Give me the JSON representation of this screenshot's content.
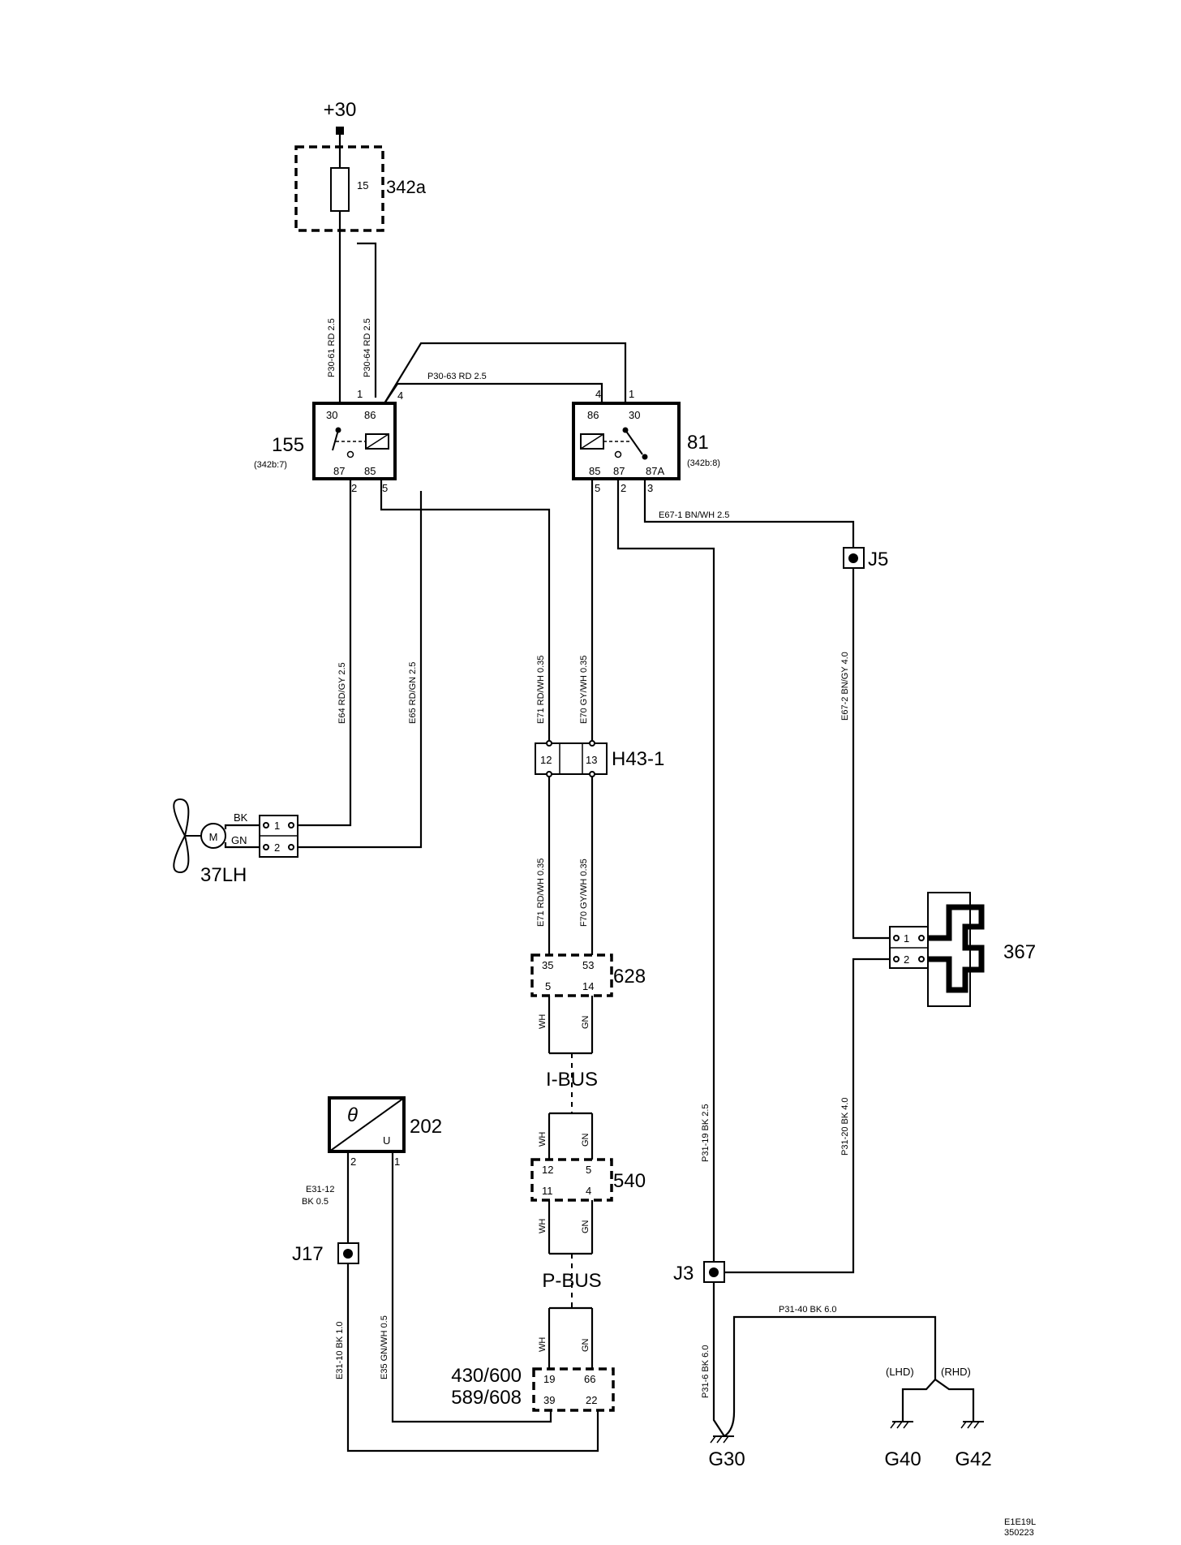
{
  "supply": {
    "label": "+30"
  },
  "components": {
    "fuse_box": {
      "id": "342a",
      "fuse": "15"
    },
    "relay_155": {
      "id": "155",
      "ref": "(342b:7)",
      "pins": [
        "30",
        "86",
        "87",
        "85"
      ],
      "terminals": [
        "1",
        "4",
        "2",
        "5"
      ]
    },
    "relay_81": {
      "id": "81",
      "ref": "(342b:8)",
      "pins": [
        "86",
        "30",
        "85",
        "87",
        "87A"
      ],
      "terminals": [
        "4",
        "1",
        "5",
        "2",
        "3"
      ]
    },
    "fan_motor": {
      "id": "37LH",
      "motor": "M",
      "wires": [
        "BK",
        "GN"
      ],
      "pins": [
        "1",
        "2"
      ]
    },
    "connector_h43": {
      "id": "H43-1",
      "pins": [
        "12",
        "13"
      ]
    },
    "heater_367": {
      "id": "367",
      "pins": [
        "1",
        "2"
      ]
    },
    "module_628": {
      "id": "628",
      "pins": [
        "35",
        "53",
        "5",
        "14"
      ]
    },
    "module_540": {
      "id": "540",
      "pins": [
        "12",
        "5",
        "11",
        "4"
      ]
    },
    "sensor_202": {
      "id": "202",
      "theta": "θ",
      "u": "U",
      "pins": [
        "2",
        "1"
      ]
    },
    "module_430": {
      "id_line1": "430/600",
      "id_line2": "589/608",
      "pins": [
        "19",
        "66",
        "39",
        "22"
      ]
    }
  },
  "buses": {
    "ibus": "I-BUS",
    "pbus": "P-BUS",
    "wh": "WH",
    "gn": "GN"
  },
  "junctions": {
    "j5": "J5",
    "j3": "J3",
    "j17": "J17"
  },
  "grounds": {
    "g30": "G30",
    "g40": "G40",
    "g42": "G42",
    "lhd": "(LHD)",
    "rhd": "(RHD)"
  },
  "wires": {
    "p30_61": "P30-61   RD   2.5",
    "p30_64": "P30-64   RD   2.5",
    "p30_63": "P30-63    RD    2.5",
    "e64": "E64   RD/GY   2.5",
    "e65": "E65   RD/GN   2.5",
    "e71_top": "E71   RD/WH   0.35",
    "e70_top": "E70   GY/WH   0.35",
    "e71_bot": "E71   RD/WH   0.35",
    "f70_bot": "F70   GY/WH   0.35",
    "e67_1": "E67-1    BN/WH    2.5",
    "e67_2": "E67-2   BN/GY   4.0",
    "p31_19": "P31-19   BK   2.5",
    "p31_20": "P31-20   BK   4.0",
    "p31_40": "P31-40    BK    6.0",
    "p31_6": "P31-6   BK   6.0",
    "e31_12_a": "E31-12",
    "e31_12_b": "BK   0.5",
    "e31_10": "E31-10   BK   1.0",
    "e35": "E35   GN/WH   0.5"
  },
  "footer": {
    "line1": "E1E19L",
    "line2": "350223"
  }
}
